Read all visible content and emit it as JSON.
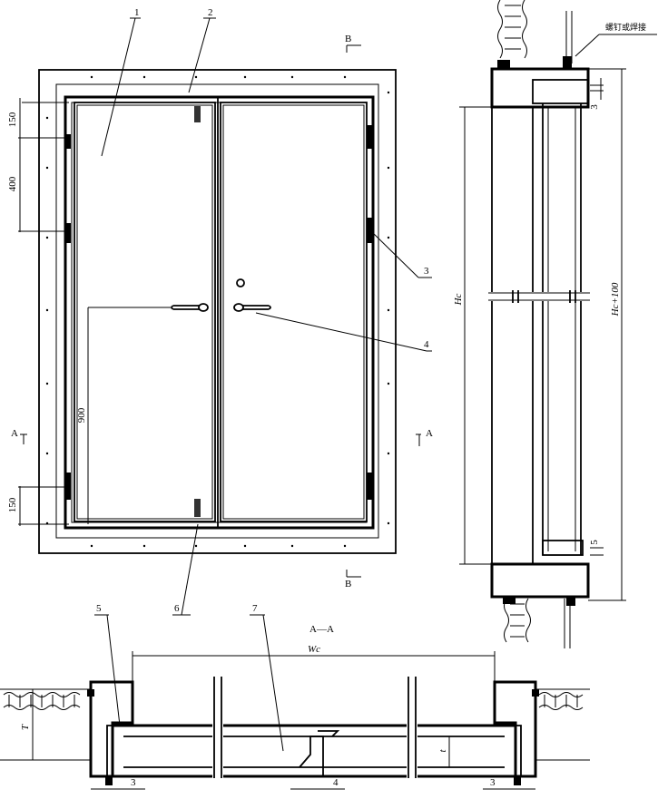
{
  "callouts": {
    "n1": "1",
    "n2": "2",
    "n3": "3",
    "n4": "4",
    "n5": "5",
    "n6": "6",
    "n7": "7"
  },
  "section_marks": {
    "A_left": "A",
    "A_right": "A",
    "B_top": "B",
    "B_bottom": "B",
    "section_title": "A—A"
  },
  "dims_front": {
    "d150_top": "150",
    "d400": "400",
    "d900": "900",
    "d150_bottom": "150"
  },
  "dims_side": {
    "Hc": "Hc",
    "Hc_plus": "Hc+100",
    "d3": "3",
    "d5": "5",
    "note": "螺钉或焊接"
  },
  "dims_section": {
    "Wc": "Wc",
    "T": "T",
    "t": "t",
    "d3_left": "3",
    "d4": "4",
    "d3_right": "3"
  }
}
